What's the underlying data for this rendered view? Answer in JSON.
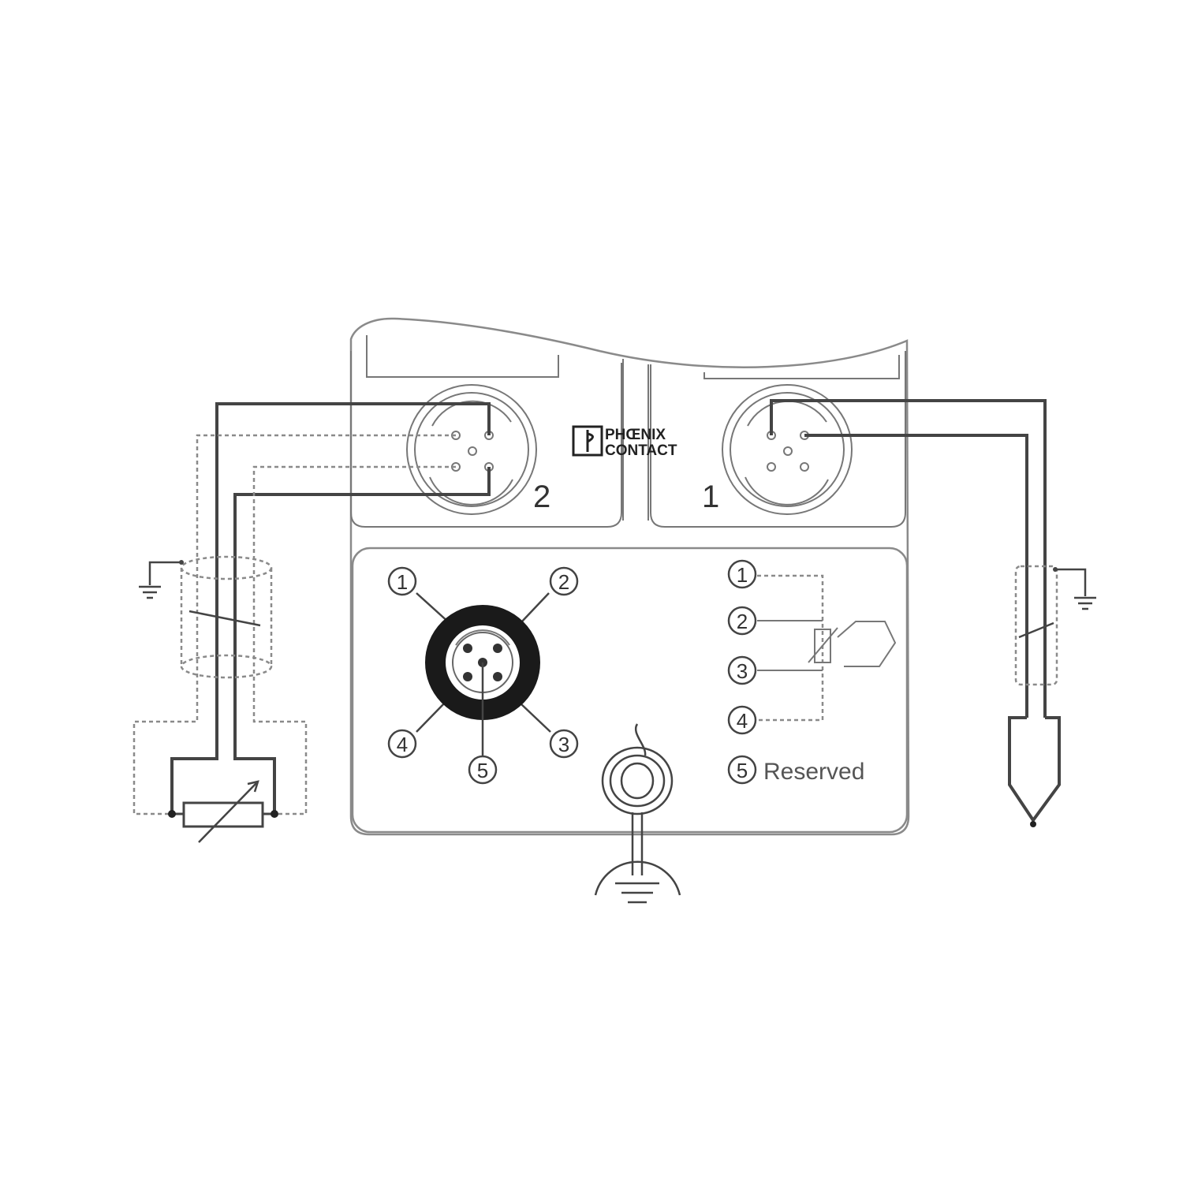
{
  "brand": {
    "line1": "PHŒNIX",
    "line2": "CONTACT"
  },
  "ports": [
    {
      "label": "2"
    },
    {
      "label": "1"
    }
  ],
  "pinout": {
    "pins": [
      "1",
      "2",
      "3",
      "4",
      "5"
    ]
  },
  "legend": {
    "items": [
      {
        "num": "1",
        "text": ""
      },
      {
        "num": "2",
        "text": ""
      },
      {
        "num": "3",
        "text": ""
      },
      {
        "num": "4",
        "text": ""
      },
      {
        "num": "5",
        "text": "Reserved"
      }
    ]
  },
  "icons": {
    "brand_logo": "phoenix-contact-logo-icon",
    "ground": "ground-icon",
    "fe_screw": "functional-earth-icon",
    "rtd": "variable-resistor-icon",
    "thermocouple": "thermocouple-icon"
  },
  "colors": {
    "wire": "#444444",
    "outline": "#8a8a8a",
    "connector_ring": "#1a1a1a"
  }
}
